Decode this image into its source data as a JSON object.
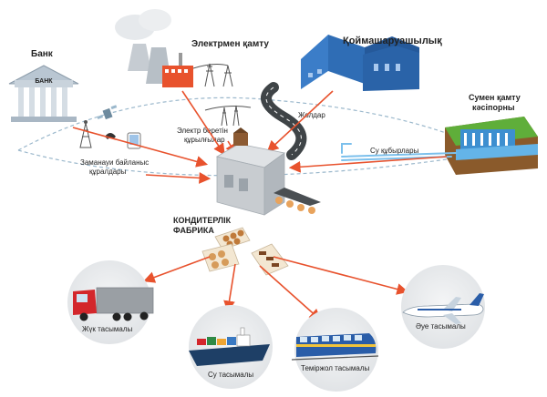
{
  "labels": {
    "bank": "Банк",
    "bank_sign": "БАНК",
    "power": "Электрмен қамту",
    "agriculture": "Қоймашаруашылық",
    "water_supply_line1": "Сумен қамту",
    "water_supply_line2": "кәсіпорны",
    "power_lines_line1": "Электр беретін",
    "power_lines_line2": "құрылғылар",
    "roads": "Жолдар",
    "water_pipes": "Су құбырлары",
    "communications_line1": "Заманауи байланыс",
    "communications_line2": "құралдары",
    "factory_line1": "КОНДИТЕРЛІК",
    "factory_line2": "ФАБРИКА",
    "truck": "Жүк тасымалы",
    "ship": "Су тасымалы",
    "train": "Теміржол тасымалы",
    "plane": "Әуе тасымалы"
  },
  "colors": {
    "arrow": "#e8522d",
    "dashed_line": "#9bb8cc",
    "bank": "#b9c6d2",
    "building_blue": "#2f6db5",
    "factory_grey": "#c8ccd0",
    "truck_red": "#d3262b",
    "circle_fill": "#eef0f2"
  }
}
